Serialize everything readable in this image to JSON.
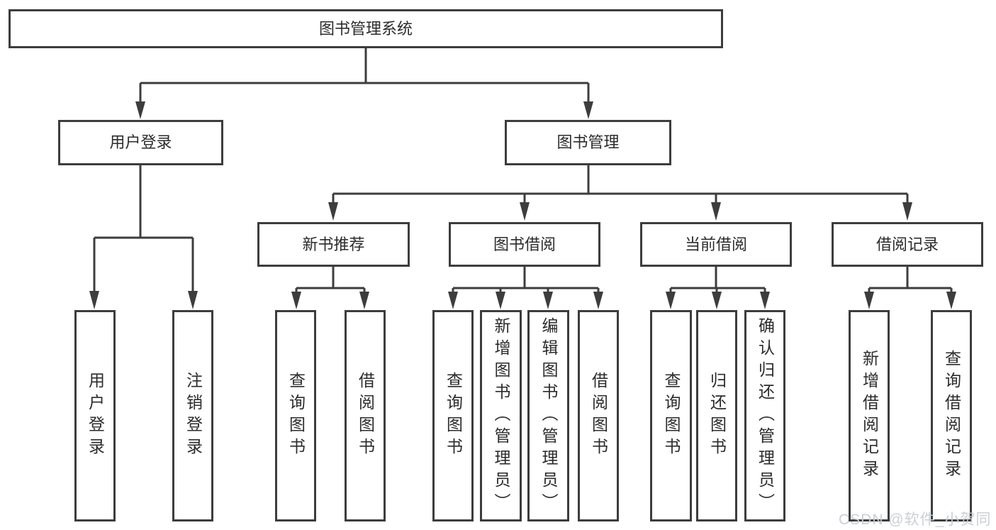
{
  "diagram": {
    "title": "图书管理系统",
    "root": {
      "label": "图书管理系统"
    },
    "level2": [
      {
        "label": "用户登录"
      },
      {
        "label": "图书管理"
      }
    ],
    "level3": [
      {
        "label": "新书推荐"
      },
      {
        "label": "图书借阅"
      },
      {
        "label": "当前借阅"
      },
      {
        "label": "借阅记录"
      }
    ],
    "leaves": {
      "user_login": [
        {
          "label": "用户登录"
        },
        {
          "label": "注销登录"
        }
      ],
      "new_book_recommend": [
        {
          "label": "查询图书"
        },
        {
          "label": "借阅图书"
        }
      ],
      "book_borrow": [
        {
          "label": "查询图书"
        },
        {
          "label": "新增图书（管理员）"
        },
        {
          "label": "编辑图书（管理员）"
        },
        {
          "label": "借阅图书"
        }
      ],
      "current_borrow": [
        {
          "label": "查询图书"
        },
        {
          "label": "归还图书"
        },
        {
          "label": "确认归还（管理员）"
        }
      ],
      "borrow_records": [
        {
          "label": "新增借阅记录"
        },
        {
          "label": "查询借阅记录"
        }
      ]
    }
  },
  "watermark": {
    "text": "CSDN @软件_小贺同学"
  },
  "colors": {
    "line": "#3d3d3d",
    "box_border": "#3d3d3d",
    "text": "#2b2b2b",
    "background": "#ffffff",
    "watermark": "#c9cdd2"
  }
}
